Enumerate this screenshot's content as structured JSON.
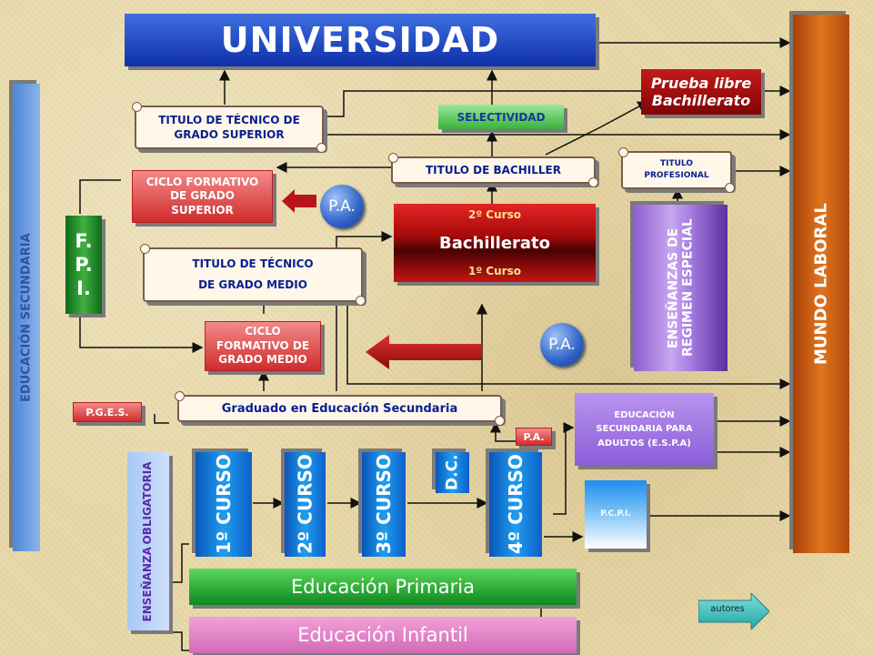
{
  "universidad": "UNIVERSIDAD",
  "mundo_laboral": "MUNDO LABORAL",
  "educacion_secundaria": "EDUCACIÓN SECUNDARIA",
  "prueba_libre": "Prueba libre Bachillerato",
  "selectividad": "SELECTIVIDAD",
  "titulo_tecnico_superior": "TITULO DE TÉCNICO DE GRADO SUPERIOR",
  "ciclo_superior": "CICLO FORMATIVO DE GRADO SUPERIOR",
  "titulo_bachiller": "TITULO DE BACHILLER",
  "titulo_profesional": "TITULO PROFESIONAL",
  "pa": "P.A.",
  "fpi": [
    "F.",
    "P.",
    "I."
  ],
  "bachillerato": {
    "curso2": "2º Curso",
    "name": "Bachillerato",
    "curso1": "1º Curso"
  },
  "ensenanzas_especial": "ENSEÑANZAS DE REGIMEN ESPECIAL",
  "titulo_tecnico_medio": [
    "TITULO DE TÉCNICO",
    "DE GRADO MEDIO"
  ],
  "ciclo_medio": "CICLO FORMATIVO DE GRADO MEDIO",
  "graduado": "Graduado en Educación Secundaria",
  "pges": "P.G.E.S.",
  "espa": "EDUCACIÓN SECUNDARIA PARA ADULTOS (E.S.P.A)",
  "pcpi": "P.C.P.I.",
  "ensenanza_obligatoria": [
    "ENSEÑANZA",
    "OBLIGATORIA"
  ],
  "cursos": [
    "1º CURSO",
    "2º CURSO",
    "3º CURSO",
    "4º CURSO"
  ],
  "dc": "D.C.",
  "primaria": "Educación Primaria",
  "infantil": "Educación  Infantil",
  "autores": "autores"
}
